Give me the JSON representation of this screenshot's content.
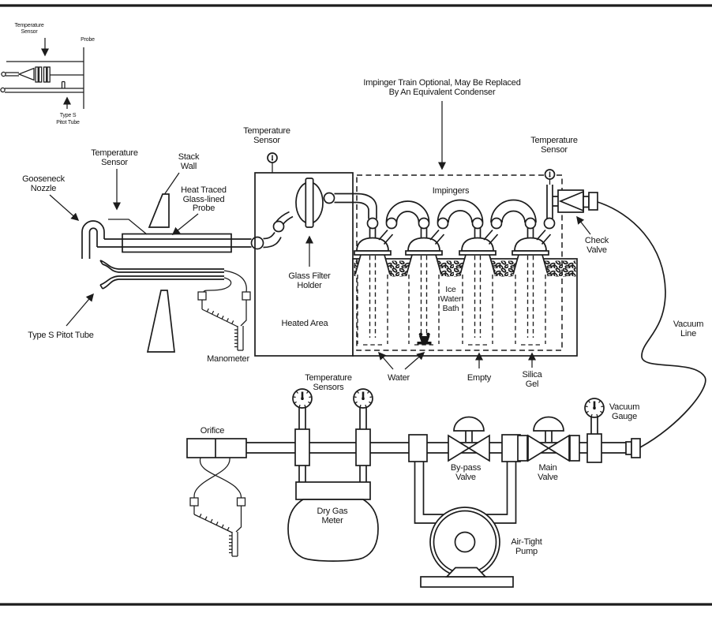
{
  "diagram": {
    "type": "schematic-line-drawing",
    "subject": "Isokinetic source sampling train (Method 5 style)",
    "colors": {
      "ink": "#1c1c1c",
      "background": "#ffffff"
    },
    "inset": {
      "temperature_sensor": [
        "Temperature",
        "Sensor"
      ],
      "probe": "Probe",
      "pitot": [
        "Type S",
        "Pitot Tube"
      ]
    },
    "labels": {
      "gooseneck": [
        "Gooseneck",
        "Nozzle"
      ],
      "temp_sensor_probe": [
        "Temperature",
        "Sensor"
      ],
      "stack_wall": [
        "Stack",
        "Wall"
      ],
      "heat_traced": [
        "Heat Traced",
        "Glass-lined",
        "Probe"
      ],
      "temp_sensor_filter": [
        "Temperature",
        "Sensor"
      ],
      "impinger_note": [
        "Impinger Train Optional, May Be Replaced",
        "By An Equivalent Condenser"
      ],
      "temp_sensor_outlet": [
        "Temperature",
        "Sensor"
      ],
      "impingers": "Impingers",
      "check_valve": [
        "Check",
        "Valve"
      ],
      "type_s_pitot": "Type S Pitot Tube",
      "manometer": "Manometer",
      "glass_filter_holder": [
        "Glass Filter",
        "Holder"
      ],
      "heated_area": "Heated Area",
      "ice_water_bath": [
        "Ice",
        "Water",
        "Bath"
      ],
      "water": "Water",
      "empty": "Empty",
      "silica_gel": [
        "Silica",
        "Gel"
      ],
      "vacuum_line": [
        "Vacuum",
        "Line"
      ],
      "orifice": "Orifice",
      "temp_sensors_meter": [
        "Temperature",
        "Sensors"
      ],
      "dry_gas_meter": [
        "Dry Gas",
        "Meter"
      ],
      "bypass_valve": [
        "By-pass",
        "Valve"
      ],
      "main_valve": [
        "Main",
        "Valve"
      ],
      "air_tight_pump": [
        "Air-Tight",
        "Pump"
      ],
      "vacuum_gauge": [
        "Vacuum",
        "Gauge"
      ]
    }
  }
}
